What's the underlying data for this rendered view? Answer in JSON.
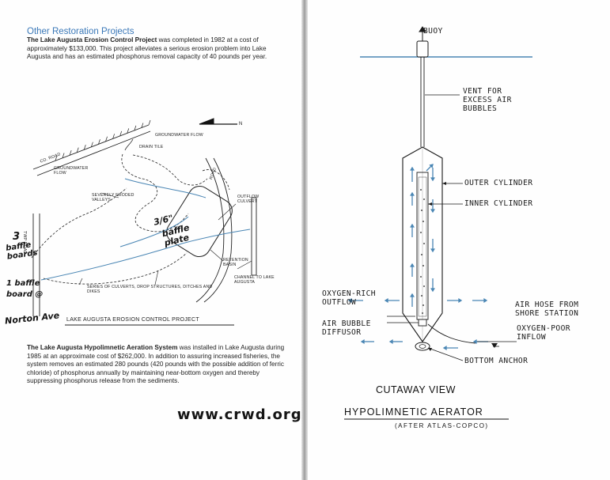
{
  "left_page": {
    "heading": "Other Restoration Projects",
    "para1_bold": "The Lake Augusta Erosion Control Project",
    "para1_rest": " was completed in 1982 at a cost of approximately $133,000. This project alleviates a serious erosion problem into Lake Augusta and has an estimated phosphorus removal capacity of 40 pounds per year.",
    "map": {
      "labels": {
        "groundwater_flow_top": "GROUNDWATER FLOW",
        "drain_tile": "DRAIN TILE",
        "north": "N",
        "co_road": "CO. ROAD",
        "groundwater_flow_left": "GROUNDWATER FLOW",
        "severely_eroded": "SEVERELY ERODED VALLEYS",
        "road": "ROAD",
        "outflow_culvert": "OUTFLOW CULVERT",
        "twp_road": "TWP ROAD",
        "retention_basin": "RETENTION BASIN",
        "channel": "CHANNEL TO LAKE AUGUSTA",
        "culverts": "SERIES OF CULVERTS, DROP STRUCTURES, DITCHES AND DIKES"
      },
      "handwriting": {
        "baffle_3": "3",
        "baffle_boards": "baffle boards",
        "baffle_plate_num": "3/6\"",
        "baffle_plate": "baffle plate",
        "one_baffle": "1 baffle board @",
        "norton": "Norton Ave"
      },
      "caption": "LAKE AUGUSTA EROSION CONTROL PROJECT"
    },
    "para2_bold": "The Lake Augusta Hypolimnetic Aeration System",
    "para2_rest": " was installed in Lake Augusta during 1985 at an approximate cost of $262,000. In addition to assuring increased fisheries, the system removes an estimated 280 pounds (420 pounds with the possible addition of ferric chloride) of phosphorus annually by maintaining near-bottom oxygen and thereby suppressing phosphorus release from the sediments.",
    "website": "www.crwd.org"
  },
  "right_page": {
    "labels": {
      "buoy": "BUOY",
      "vent": "VENT FOR\nEXCESS AIR\nBUBBLES",
      "outer_cylinder": "OUTER CYLINDER",
      "inner_cylinder": "INNER CYLINDER",
      "oxygen_rich": "OXYGEN-RICH\nOUTFLOW",
      "air_hose": "AIR HOSE FROM\nSHORE STATION",
      "air_bubble": "AIR BUBBLE\nDIFFUSOR",
      "oxygen_poor": "OXYGEN-POOR\nINFLOW",
      "bottom_anchor": "BOTTOM ANCHOR"
    },
    "caption_cutaway": "CUTAWAY VIEW",
    "caption_title": "HYPOLIMNETIC AERATOR",
    "caption_source": "(AFTER ATLAS-COPCO)"
  },
  "colors": {
    "heading": "#3a78b8",
    "water": "#4a86b4",
    "ink": "#1a1a1a"
  }
}
